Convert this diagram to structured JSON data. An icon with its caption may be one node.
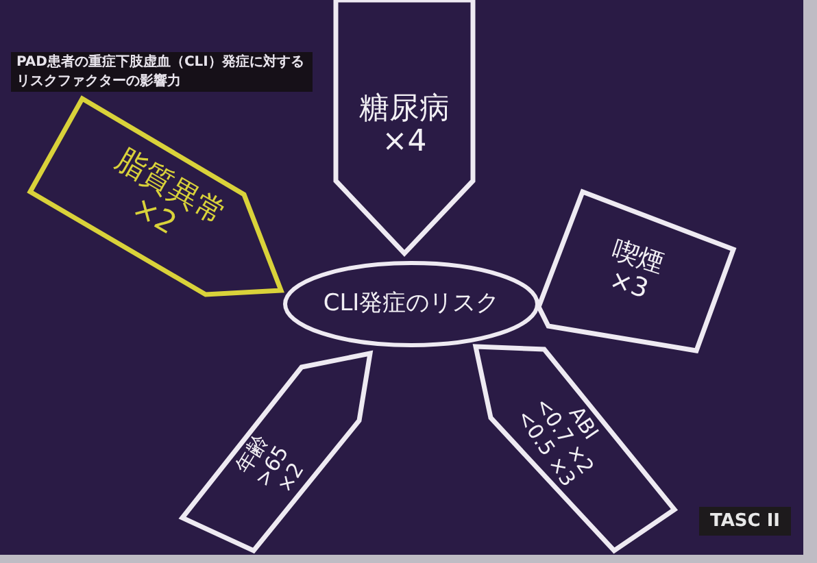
{
  "diagram": {
    "title": "PAD患者の重症下肢虚血（CLI）発症に対するリスクファクターの影響力",
    "nodes": [
      {
        "text": [
          "糖尿病",
          "×4"
        ]
      },
      {
        "text": [
          "脂質異常",
          "×2"
        ]
      },
      {
        "text": [
          "喫煙",
          "×3"
        ]
      },
      {
        "text": [
          "CLI発症のリスク"
        ]
      },
      {
        "text": [
          "年齢",
          ">65",
          "×2"
        ]
      },
      {
        "text": [
          "ABI",
          "<0.7 ×2",
          "<0.5 ×3"
        ]
      }
    ],
    "labels": [
      "TASC II"
    ]
  }
}
